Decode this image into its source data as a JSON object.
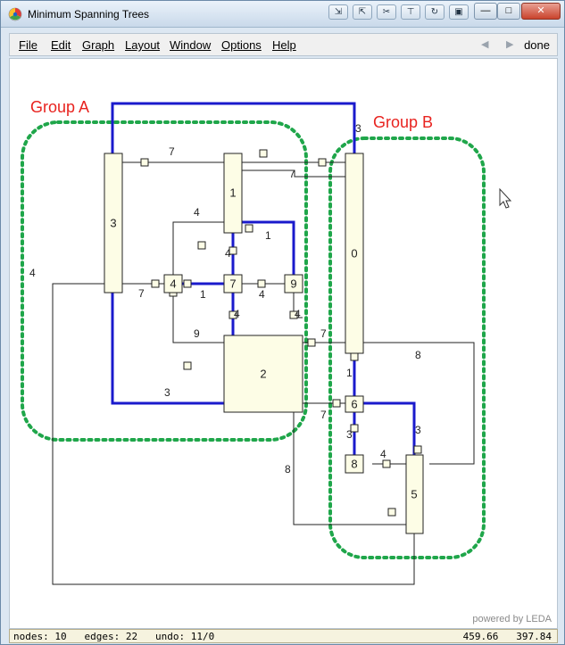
{
  "window": {
    "title": "Minimum Spanning Trees",
    "toolbar_icons": [
      "export-icon",
      "import-icon",
      "tools-icon",
      "pin-icon",
      "refresh-icon",
      "camera-icon"
    ],
    "controls": {
      "minimize": "—",
      "maximize": "□",
      "close": "✕"
    }
  },
  "menu": {
    "items": [
      {
        "id": "file",
        "label": "File"
      },
      {
        "id": "edit",
        "label": "Edit"
      },
      {
        "id": "graph",
        "label": "Graph"
      },
      {
        "id": "layout",
        "label": "Layout"
      },
      {
        "id": "window",
        "label": "Window"
      },
      {
        "id": "options",
        "label": "Options"
      },
      {
        "id": "help",
        "label": "Help"
      }
    ],
    "back": "◀",
    "forward": "▶",
    "done": "done"
  },
  "groups": [
    {
      "id": "a",
      "label": "Group A",
      "color": "#1fa64a"
    },
    {
      "id": "b",
      "label": "Group B",
      "color": "#1fa64a"
    }
  ],
  "colors": {
    "tree_edge": "#1a1acc",
    "edge": "#222222",
    "node_fill": "#fdfde6",
    "group_border": "#1fa64a",
    "group_label": "#e8231f"
  },
  "nodes": [
    {
      "id": "0",
      "label": "0"
    },
    {
      "id": "1",
      "label": "1"
    },
    {
      "id": "2",
      "label": "2"
    },
    {
      "id": "3",
      "label": "3"
    },
    {
      "id": "4",
      "label": "4"
    },
    {
      "id": "5",
      "label": "5"
    },
    {
      "id": "6",
      "label": "6"
    },
    {
      "id": "7",
      "label": "7"
    },
    {
      "id": "8",
      "label": "8"
    },
    {
      "id": "9",
      "label": "9"
    }
  ],
  "edges": [
    {
      "from": "3",
      "to": "0",
      "weight": "3",
      "tree": true
    },
    {
      "from": "3",
      "to": "0",
      "weight": "7",
      "tree": false
    },
    {
      "from": "1",
      "to": "0",
      "weight": "7",
      "tree": false
    },
    {
      "from": "4",
      "to": "1",
      "weight": "4",
      "tree": false
    },
    {
      "from": "1",
      "to": "9",
      "weight": "1",
      "tree": true
    },
    {
      "from": "1",
      "to": "7",
      "weight": "4",
      "tree": true
    },
    {
      "from": "3",
      "to": "4",
      "weight": "7",
      "tree": false
    },
    {
      "from": "4",
      "to": "7",
      "weight": "1",
      "tree": true
    },
    {
      "from": "7",
      "to": "9",
      "weight": "4",
      "tree": false
    },
    {
      "from": "7",
      "to": "2",
      "weight": "4",
      "tree": true
    },
    {
      "from": "9",
      "to": "2",
      "weight": "4",
      "tree": false
    },
    {
      "from": "4",
      "to": "2",
      "weight": "9",
      "tree": false
    },
    {
      "from": "3",
      "to": "2",
      "weight": "3",
      "tree": true
    },
    {
      "from": "2",
      "to": "0",
      "weight": "7",
      "tree": false
    },
    {
      "from": "0",
      "to": "6",
      "weight": "1",
      "tree": true
    },
    {
      "from": "0",
      "to": "5",
      "weight": "8",
      "tree": false
    },
    {
      "from": "2",
      "to": "6",
      "weight": "7",
      "tree": false
    },
    {
      "from": "6",
      "to": "5",
      "weight": "3",
      "tree": true
    },
    {
      "from": "6",
      "to": "8",
      "weight": "3",
      "tree": true
    },
    {
      "from": "8",
      "to": "5",
      "weight": "4",
      "tree": false
    },
    {
      "from": "2",
      "to": "5",
      "weight": "8",
      "tree": false
    },
    {
      "from": "3",
      "to": "5",
      "weight": "4",
      "tree": false
    }
  ],
  "powered_by": "powered by LEDA",
  "status": {
    "nodes_label": "nodes:",
    "nodes": "10",
    "edges_label": "edges:",
    "edges": "22",
    "undo_label": "undo:",
    "undo": "11/0",
    "x": "459.66",
    "y": "397.84"
  }
}
